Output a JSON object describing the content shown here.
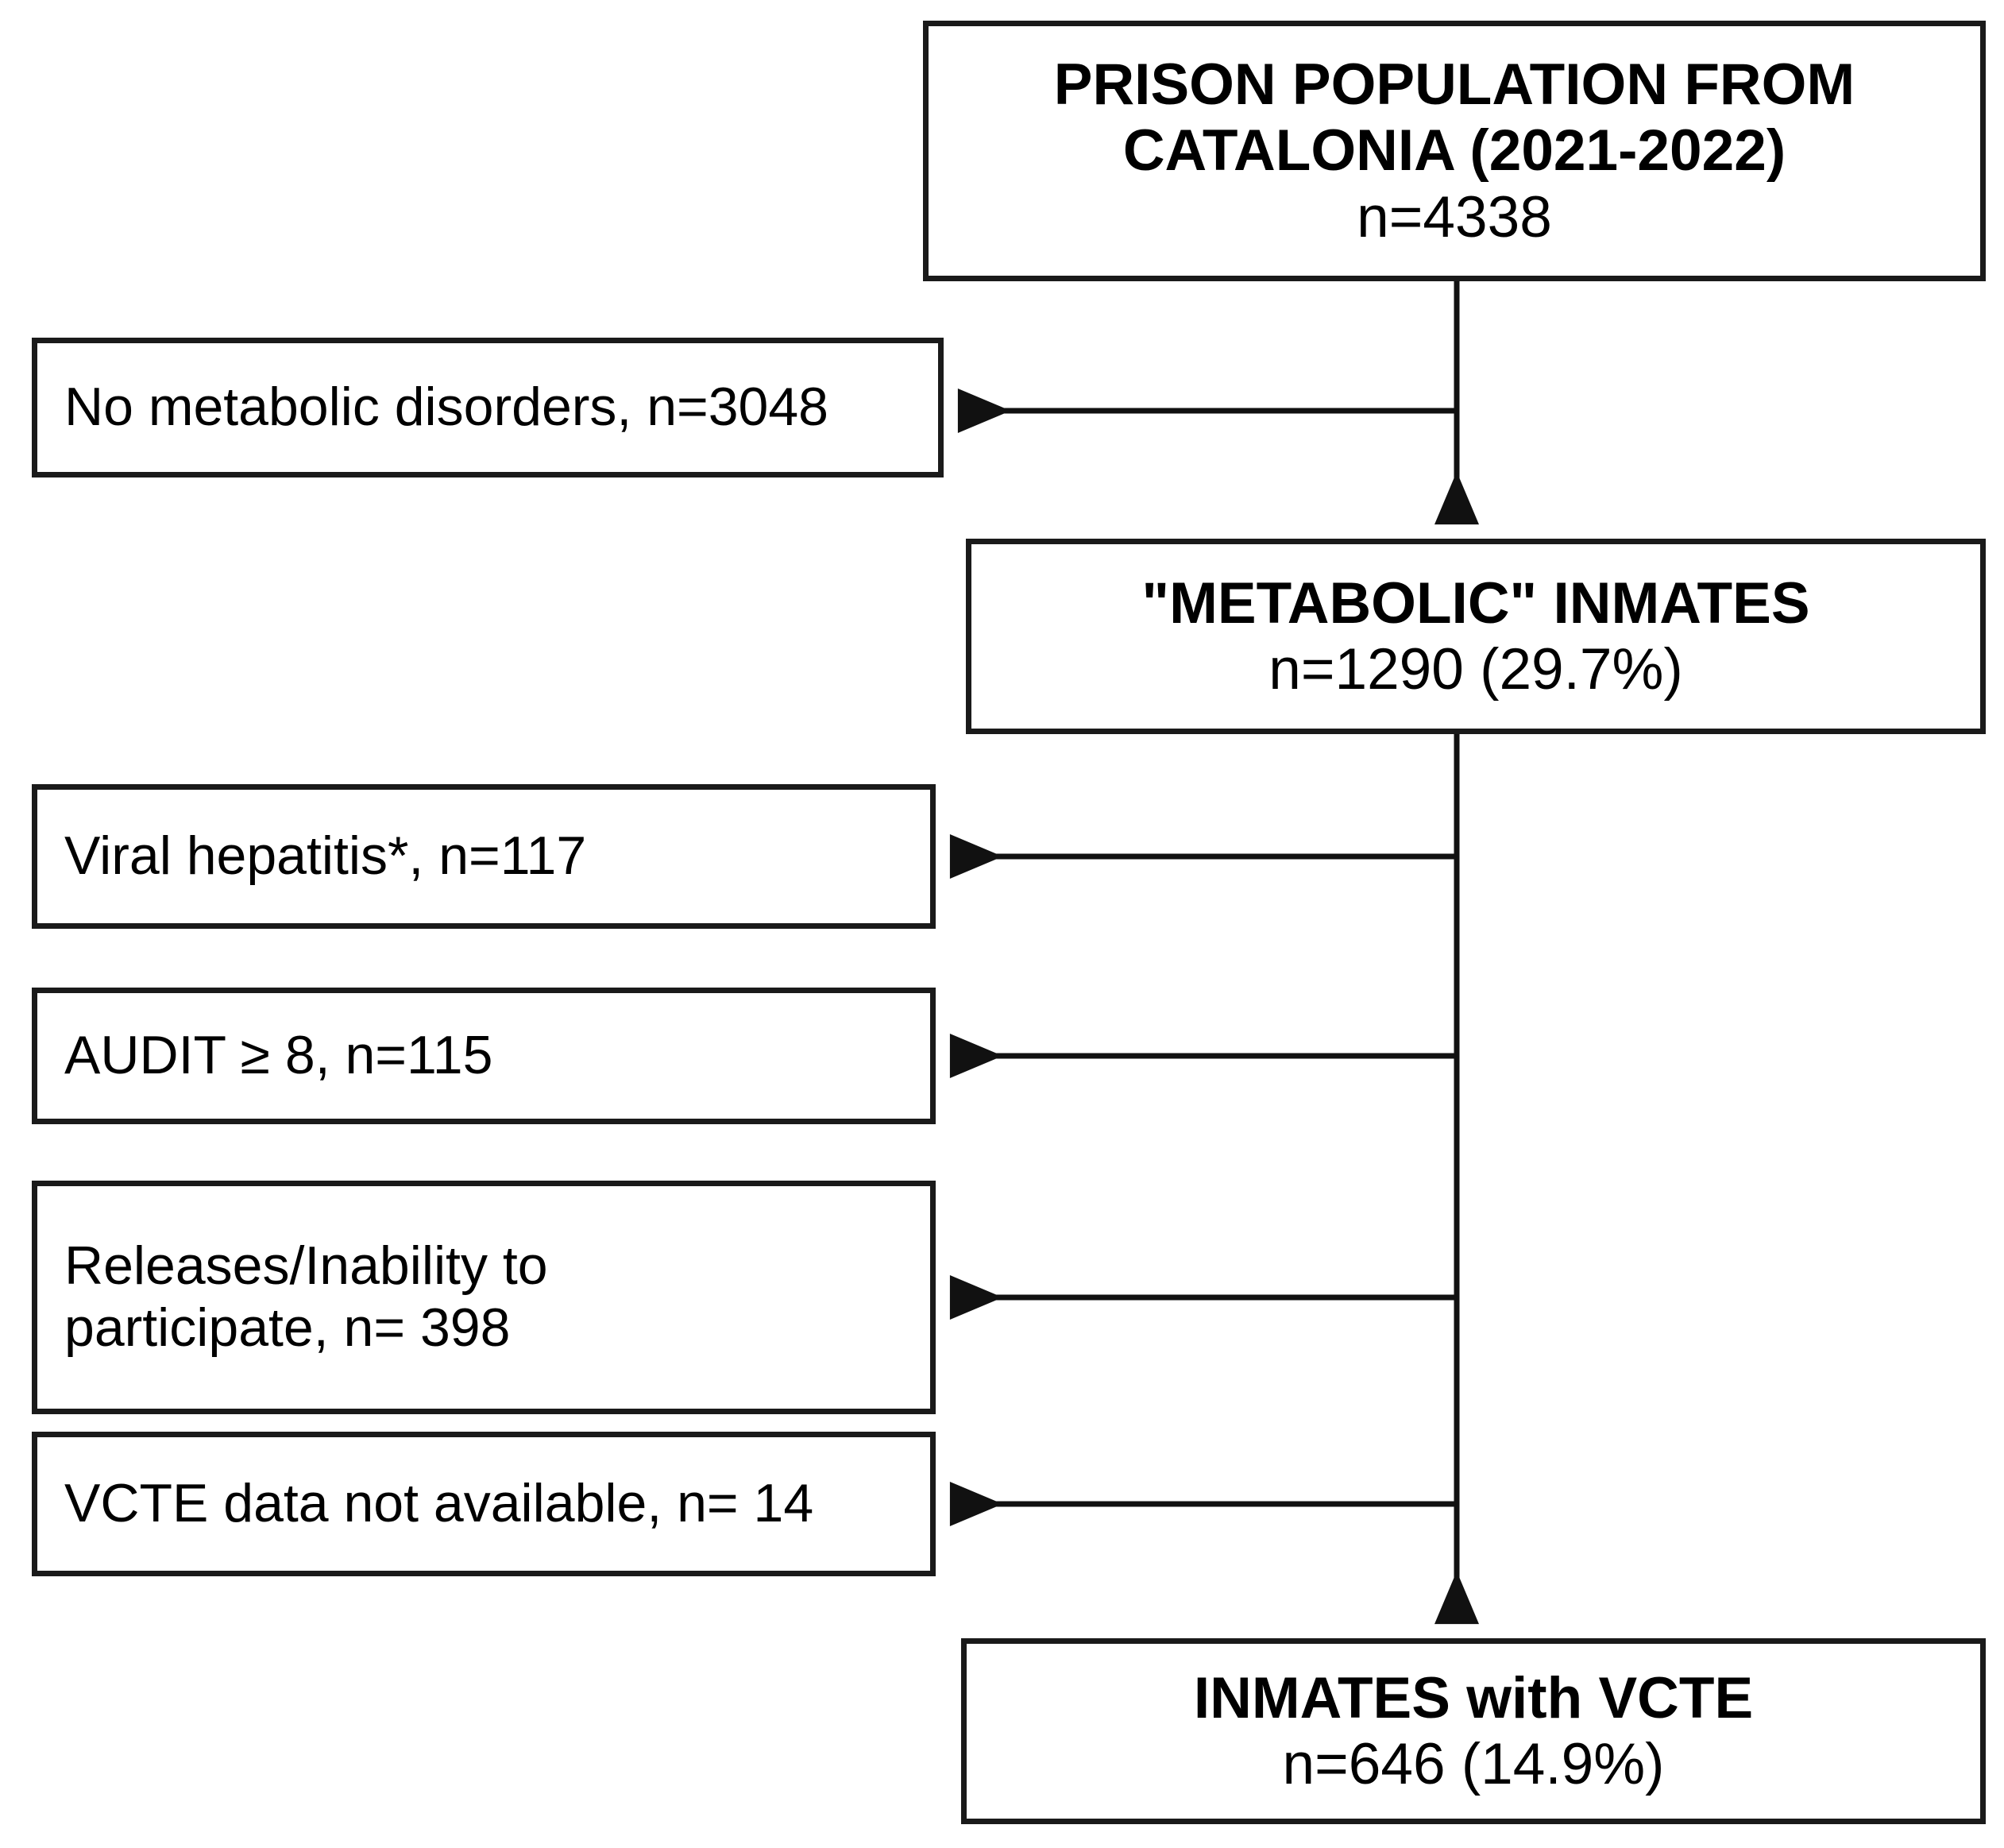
{
  "diagram": {
    "type": "study-flow-diagram",
    "orientation": "top-to-bottom",
    "stroke_color": "#1a1a1a",
    "background_color": "#ffffff",
    "nodes": {
      "population": {
        "line1": "PRISON POPULATION FROM",
        "line2": "CATALONIA (2021-2022)",
        "line3": "n=4338",
        "count": 4338,
        "emphasis": "bold"
      },
      "no_metabolic": {
        "line1": "No metabolic disorders, n=3048",
        "count": 3048,
        "emphasis": "regular"
      },
      "metabolic": {
        "line1": "\"METABOLIC\" INMATES",
        "line2": "n=1290 (29.7%)",
        "count": 1290,
        "percent": "29.7%",
        "emphasis": "bold"
      },
      "hepatitis": {
        "line1": "Viral hepatitis*, n=117",
        "count": 117,
        "emphasis": "regular"
      },
      "audit": {
        "line1": "AUDIT ≥ 8, n=115",
        "count": 115,
        "emphasis": "regular"
      },
      "releases": {
        "line1": "Releases/Inability to",
        "line2": "participate, n= 398",
        "count": 398,
        "emphasis": "regular"
      },
      "vcte_missing": {
        "line1": "VCTE data not available, n= 14",
        "count": 14,
        "emphasis": "regular"
      },
      "final": {
        "line1": "INMATES with VCTE",
        "line2": "n=646 (14.9%)",
        "count": 646,
        "percent": "14.9%",
        "emphasis": "bold"
      }
    },
    "edges": [
      {
        "from": "population",
        "to": "metabolic",
        "kind": "vertical-arrow-down"
      },
      {
        "from": "population",
        "to": "no_metabolic",
        "kind": "horizontal-arrow-left"
      },
      {
        "from": "metabolic",
        "to": "hepatitis",
        "kind": "horizontal-arrow-left"
      },
      {
        "from": "metabolic",
        "to": "audit",
        "kind": "horizontal-arrow-left"
      },
      {
        "from": "metabolic",
        "to": "releases",
        "kind": "horizontal-arrow-left"
      },
      {
        "from": "metabolic",
        "to": "vcte_missing",
        "kind": "horizontal-arrow-left"
      },
      {
        "from": "metabolic",
        "to": "final",
        "kind": "vertical-arrow-down"
      }
    ]
  }
}
